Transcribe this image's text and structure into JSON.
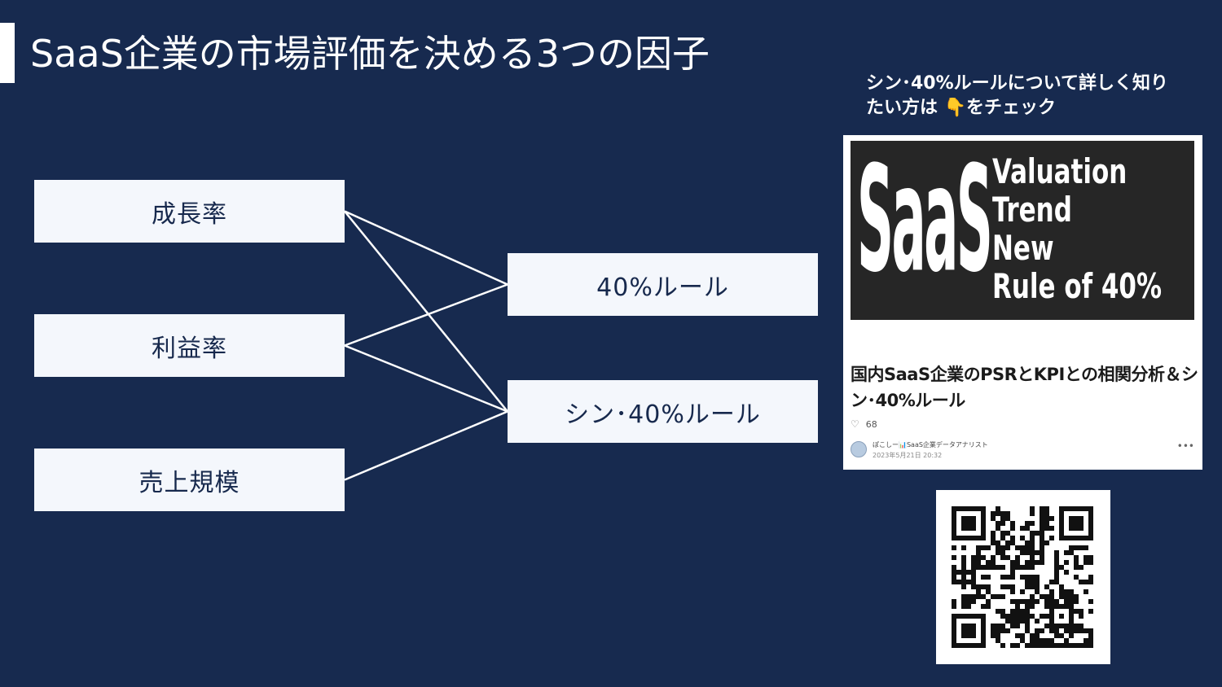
{
  "title": "SaaS企業の市場評価を決める3つの因子",
  "factors": [
    "成長率",
    "利益率",
    "売上規模"
  ],
  "rules": [
    "40%ルール",
    "シン･40%ルール"
  ],
  "links": [
    {
      "from": "成長率",
      "to": "40%ルール"
    },
    {
      "from": "成長率",
      "to": "シン･40%ルール"
    },
    {
      "from": "利益率",
      "to": "40%ルール"
    },
    {
      "from": "利益率",
      "to": "シン･40%ルール"
    },
    {
      "from": "売上規模",
      "to": "シン･40%ルール"
    }
  ],
  "promo": {
    "text": "シン･40%ルールについて詳しく知りたい方は 👇をチェック"
  },
  "article": {
    "thumb_big": "SaaS",
    "thumb_lines": [
      "Valuation",
      "Trend",
      "New",
      "Rule of 40%"
    ],
    "title": "国内SaaS企業のPSRとKPIとの相関分析＆シン･40%ルール",
    "likes": "68",
    "author": "ぽこしー📊SaaS企業データアナリスト",
    "date": "2023年5月21日 20:32"
  },
  "colors": {
    "background": "#172a4f",
    "box": "#f4f7fc",
    "box_text": "#17294d",
    "line": "#ffffff"
  }
}
